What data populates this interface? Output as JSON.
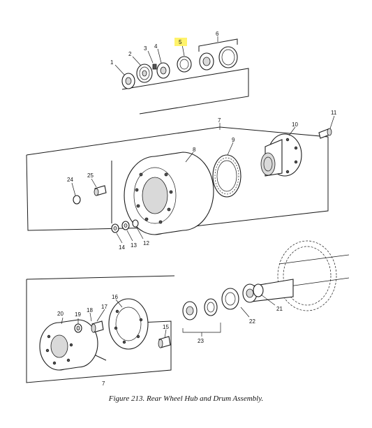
{
  "figure": {
    "caption": "Figure 213. Rear Wheel Hub and Drum Assembly.",
    "highlight_color": "#fff36b",
    "callouts": [
      "1",
      "2",
      "3",
      "4",
      "5",
      "6",
      "7",
      "8",
      "9",
      "10",
      "11",
      "12",
      "13",
      "14",
      "15",
      "16",
      "17",
      "18",
      "19",
      "20",
      "21",
      "22",
      "23",
      "24",
      "25",
      "7"
    ],
    "highlighted_callout": "5"
  }
}
